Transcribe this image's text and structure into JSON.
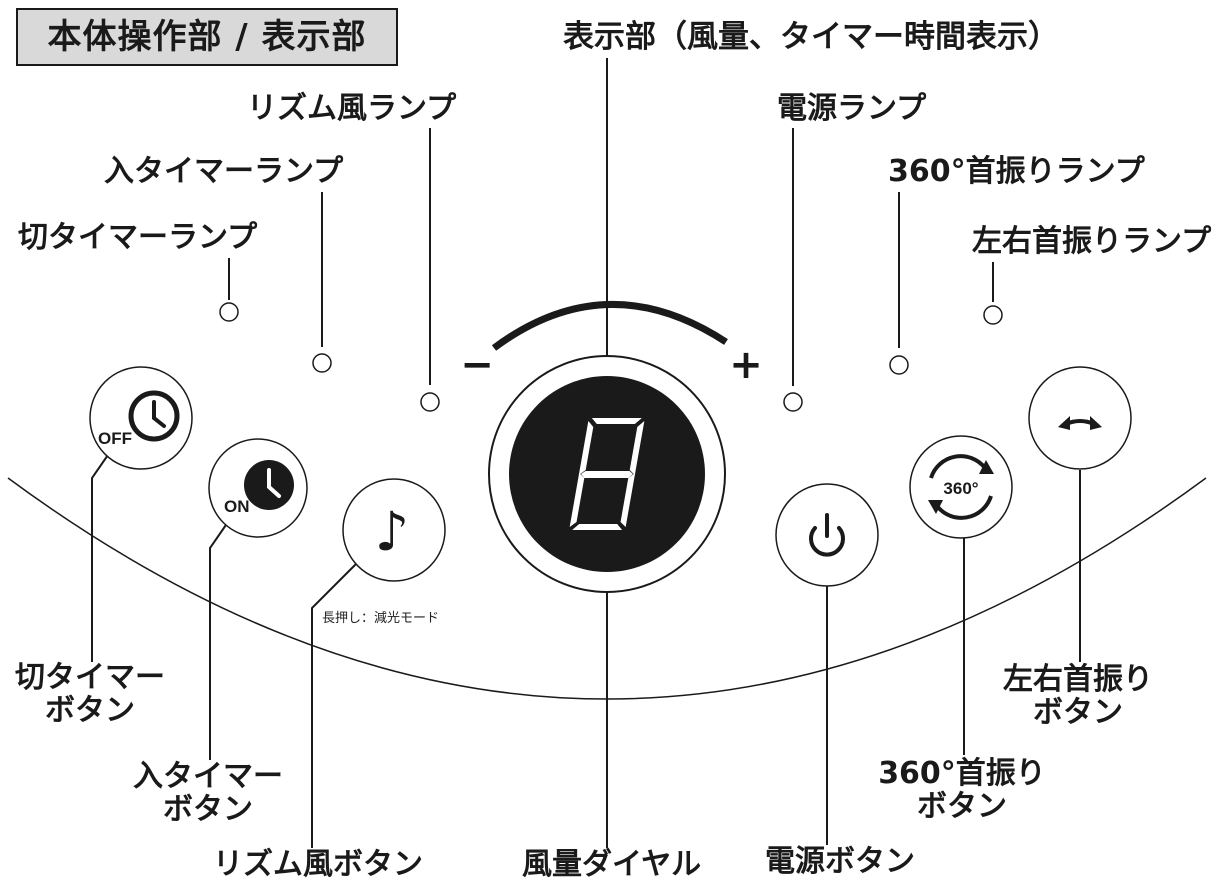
{
  "header": {
    "title": "本体操作部 / 表示部"
  },
  "labels": {
    "display": "表示部（風量、タイマー時間表示）",
    "rhythm_lamp": "リズム風ランプ",
    "on_timer_lamp": "入タイマーランプ",
    "off_timer_lamp": "切タイマーランプ",
    "power_lamp": "電源ランプ",
    "swing360_lamp": "360°首振りランプ",
    "lr_swing_lamp": "左右首振りランプ",
    "off_timer_button_1": "切タイマー",
    "off_timer_button_2": "ボタン",
    "on_timer_button_1": "入タイマー",
    "on_timer_button_2": "ボタン",
    "rhythm_button": "リズム風ボタン",
    "fan_dial": "風量ダイヤル",
    "power_button": "電源ボタン",
    "swing360_button_1": "360°首振り",
    "swing360_button_2": "ボタン",
    "lr_swing_button_1": "左右首振り",
    "lr_swing_button_2": "ボタン"
  },
  "buttons": {
    "off_text": "OFF",
    "on_text": "ON",
    "swing360_text": "360°",
    "music_glyph": "♪"
  },
  "display": {
    "digit": "8",
    "minus": "−",
    "plus": "+"
  },
  "notes": {
    "long_press": "長押し：減光モード"
  }
}
